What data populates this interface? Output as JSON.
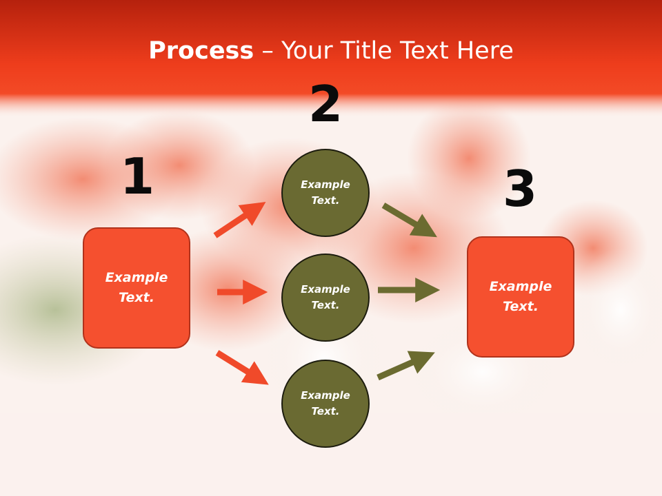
{
  "title": {
    "bold": "Process",
    "rest": " – Your Title Text Here"
  },
  "steps": {
    "step1": {
      "number": "1",
      "text": "Example\nText."
    },
    "step2": {
      "number": "2",
      "items": [
        "Example\nText.",
        "Example\nText.",
        "Example\nText."
      ]
    },
    "step3": {
      "number": "3",
      "text": "Example\nText."
    }
  },
  "colors": {
    "header_red": "#e8381a",
    "box_fill": "#f5502f",
    "circle_fill": "#6a6a32",
    "arrow_red": "#f04a2a",
    "arrow_olive": "#6b6b30"
  }
}
